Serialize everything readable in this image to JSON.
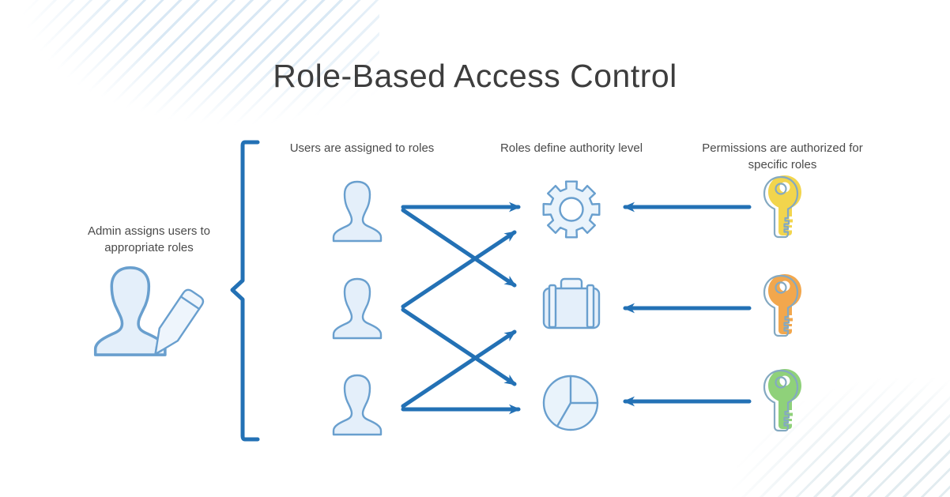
{
  "title": "Role-Based Access Control",
  "columns": {
    "users": {
      "label": "Users are assigned to roles"
    },
    "roles": {
      "label": "Roles define authority level"
    },
    "permissions": {
      "label": "Permissions are authorized for specific roles"
    }
  },
  "admin": {
    "label": "Admin assigns users to appropriate roles"
  },
  "nodes": {
    "users": [
      "user-1",
      "user-2",
      "user-3"
    ],
    "roles": [
      "role-gear",
      "role-briefcase",
      "role-pie"
    ],
    "keys": [
      {
        "id": "key-yellow",
        "color_name": "yellow"
      },
      {
        "id": "key-orange",
        "color_name": "orange"
      },
      {
        "id": "key-green",
        "color_name": "green"
      }
    ]
  },
  "icons": {
    "admin": "person-with-pencil-icon",
    "user": "user-silhouette-icon",
    "role_1": "gear-icon",
    "role_2": "briefcase-icon",
    "role_3": "pie-chart-icon",
    "permission": "key-icon"
  },
  "connections": {
    "user_to_role": [
      {
        "from": "user-1",
        "to": "role-gear"
      },
      {
        "from": "user-1",
        "to": "role-briefcase"
      },
      {
        "from": "user-2",
        "to": "role-gear"
      },
      {
        "from": "user-2",
        "to": "role-pie"
      },
      {
        "from": "user-3",
        "to": "role-briefcase"
      },
      {
        "from": "user-3",
        "to": "role-pie"
      }
    ],
    "key_to_role": [
      {
        "from": "key-yellow",
        "to": "role-gear"
      },
      {
        "from": "key-orange",
        "to": "role-briefcase"
      },
      {
        "from": "key-green",
        "to": "role-pie"
      }
    ]
  },
  "colors": {
    "arrow": "#2371b5",
    "icon_stroke": "#699fce",
    "icon_fill": "#e4effa",
    "key_outline": "#84a9c1",
    "key_yellow": "#f2d54d",
    "key_orange": "#f2a74d",
    "key_green": "#8fd17a",
    "title_text": "#3d3d3d",
    "label_text": "#4a4a4a"
  }
}
